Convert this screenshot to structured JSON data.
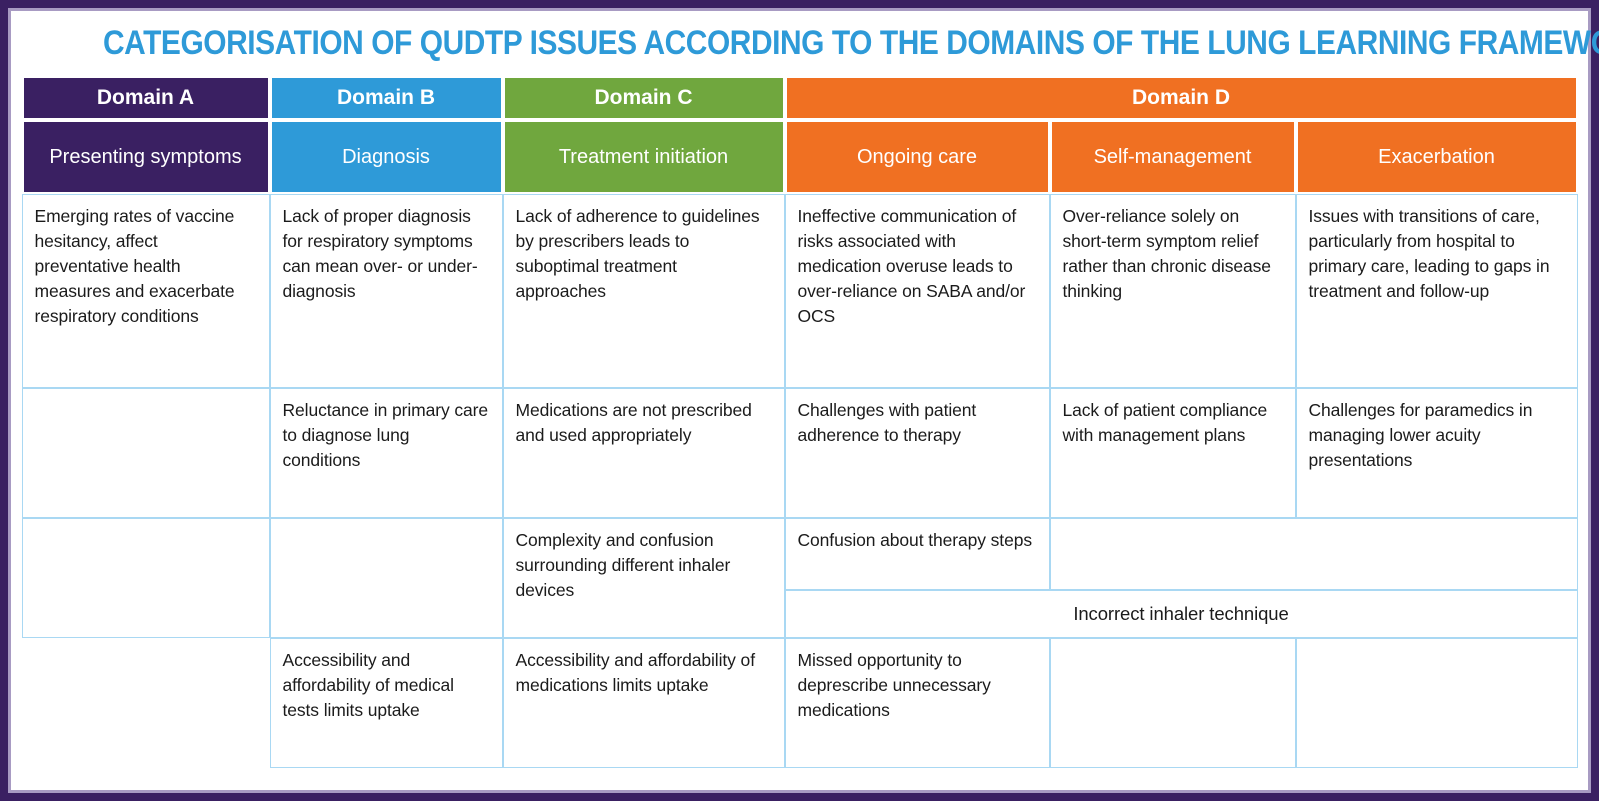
{
  "page": {
    "background": "#FFFFFF",
    "outer_border_color": "#3A2062",
    "inner_border_accent": "#A89BC3",
    "cell_border_color": "#A9D8F3",
    "body_text_color": "#1B1B1B"
  },
  "title": {
    "text": "CATEGORISATION OF QUDTP ISSUES ACCORDING TO THE DOMAINS OF THE LUNG LEARNING FRAMEWORK",
    "color": "#2E9AD8"
  },
  "table": {
    "domains": [
      {
        "label": "Domain A",
        "color": "#3A2062",
        "subdomains": [
          "Presenting symptoms"
        ]
      },
      {
        "label": "Domain B",
        "color": "#2E9AD8",
        "subdomains": [
          "Diagnosis"
        ]
      },
      {
        "label": "Domain C",
        "color": "#70A73E",
        "subdomains": [
          "Treatment initiation"
        ]
      },
      {
        "label": "Domain D",
        "color": "#F07022",
        "subdomains": [
          "Ongoing care",
          "Self-management",
          "Exacerbation"
        ]
      }
    ],
    "cells": {
      "a1": "Emerging rates of vaccine hesitancy, affect preventative health measures and exacerbate respiratory conditions",
      "b1": "Lack of proper diagnosis for respiratory symptoms can mean over- or under-diagnosis",
      "c1": "Lack of adherence to guidelines by prescribers leads to suboptimal treatment approaches",
      "d1": "Ineffective communication of risks associated with medication overuse leads to over-reliance on SABA and/or OCS",
      "e1": "Over-reliance solely on short-term symptom relief rather than chronic disease thinking",
      "f1": "Issues with transitions of care, particularly from hospital to primary care, leading to gaps in treatment and follow-up",
      "a2": "",
      "b2": "Reluctance in primary care to diagnose lung conditions",
      "c2": "Medications are not prescribed and used appropriately",
      "d2": "Challenges with patient adherence to therapy",
      "e2": "Lack of patient compliance with management plans",
      "f2": "Challenges for paramedics in managing lower acuity presentations",
      "a3": "",
      "b3": "",
      "c3": "Complexity and confusion surrounding different inhaler devices",
      "d3": "Confusion about therapy steps",
      "ef3": "",
      "dspan": "Incorrect inhaler technique",
      "b4": "Accessibility and affordability of medical tests limits uptake",
      "c4": "Accessibility and affordability of medications limits uptake",
      "d4": "Missed opportunity to deprescribe unnecessary medications",
      "e4": "",
      "f4": ""
    }
  }
}
